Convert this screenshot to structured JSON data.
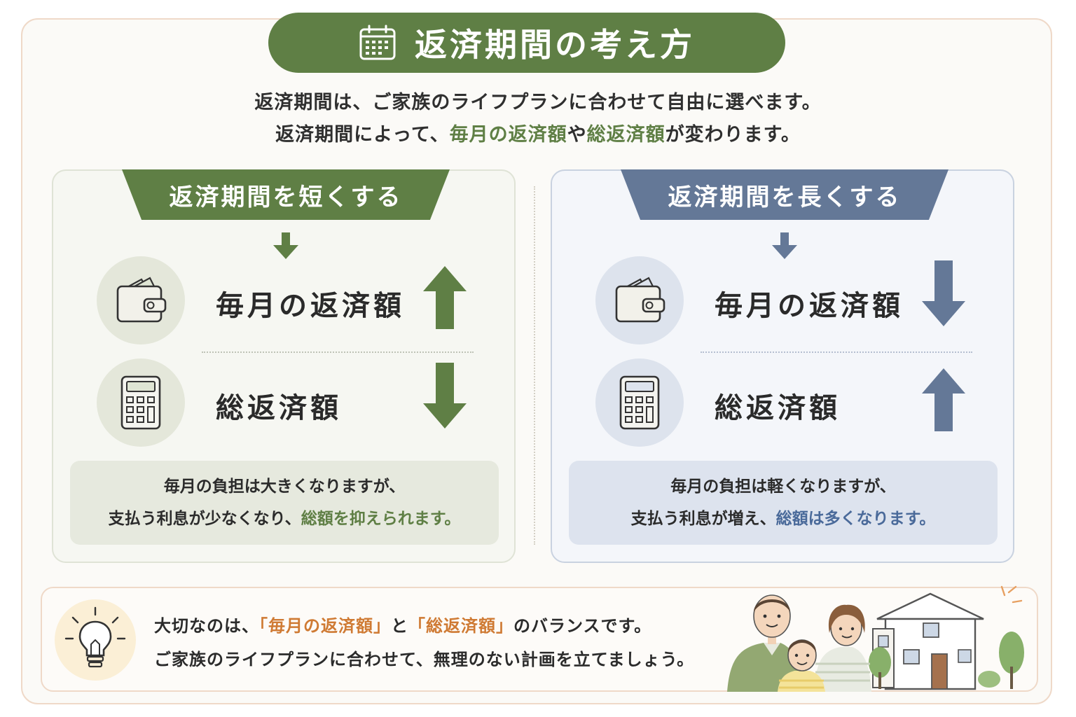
{
  "header": {
    "title": "返済期間の考え方",
    "icon": "calendar-icon"
  },
  "intro": {
    "line1": "返済期間は、ご家族のライフプランに合わせて自由に選べます。",
    "line2_prefix": "返済期間によって、",
    "line2_hl1": "毎月の返済額",
    "line2_mid": "や",
    "line2_hl2": "総返済額",
    "line2_suffix": "が変わります。"
  },
  "short_card": {
    "title": "返済期間を短くする",
    "monthly_label": "毎月の返済額",
    "monthly_trend": "up",
    "total_label": "総返済額",
    "total_trend": "down",
    "note_line1": "毎月の負担は大きくなりますが、",
    "note_line2_prefix": "支払う利息が少なくなり、",
    "note_line2_hl": "総額を抑えられます。",
    "accent": "#5f7f45"
  },
  "long_card": {
    "title": "返済期間を長くする",
    "monthly_label": "毎月の返済額",
    "monthly_trend": "down",
    "total_label": "総返済額",
    "total_trend": "up",
    "note_line1": "毎月の負担は軽くなりますが、",
    "note_line2_prefix": "支払う利息が増え、",
    "note_line2_hl": "総額は多くなります。",
    "accent": "#647897"
  },
  "tip": {
    "line1_prefix": "大切なのは、",
    "line1_hl1": "「毎月の返済額」",
    "line1_mid": "と",
    "line1_hl2": "「総返済額」",
    "line1_suffix": "のバランスです。",
    "line2": "ご家族のライフプランに合わせて、無理のない計画を立てましょう。",
    "icon": "lightbulb-icon",
    "accent": "#cf7a33"
  },
  "icons": [
    "calendar-icon",
    "wallet-icon",
    "calculator-icon",
    "arrow-up-icon",
    "arrow-down-icon",
    "lightbulb-icon"
  ]
}
